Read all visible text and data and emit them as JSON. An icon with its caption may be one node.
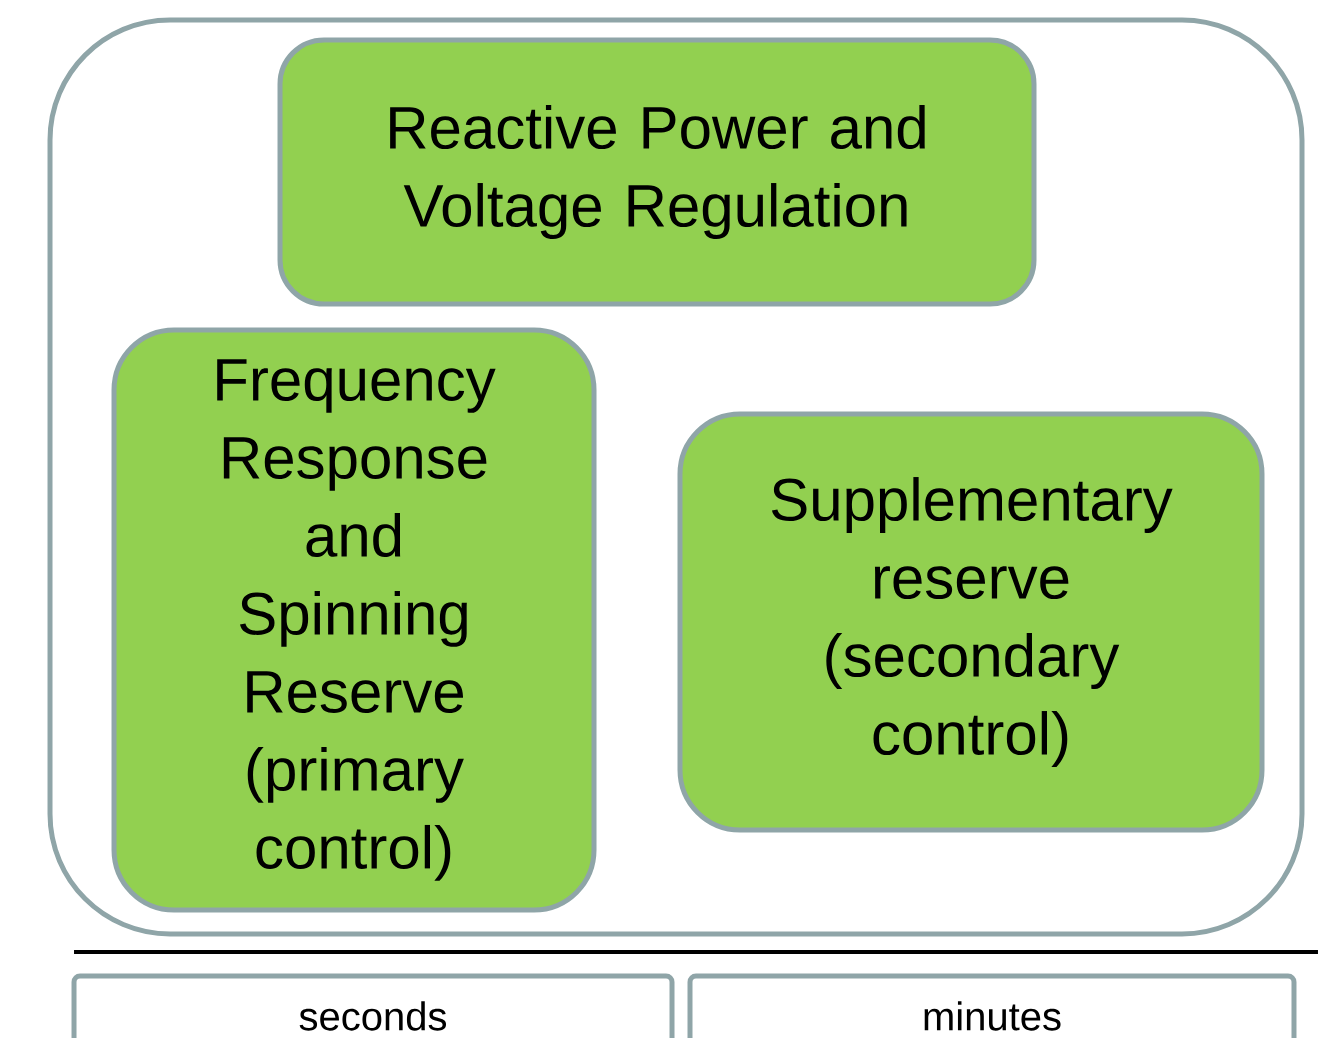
{
  "diagram": {
    "nodes": [
      {
        "text": [],
        "shape": "box"
      },
      {
        "text": [
          "Reactive Power and Voltage Regulation"
        ],
        "in": 0
      },
      {
        "text": [
          "Frequency Response and Spinning Reserve (primary control)"
        ],
        "in": 0
      },
      {
        "text": [
          "Supplementary reserve (secondary control)"
        ],
        "in": 0
      },
      {
        "text": [
          "seconds"
        ]
      },
      {
        "text": [
          "minutes"
        ]
      }
    ]
  }
}
